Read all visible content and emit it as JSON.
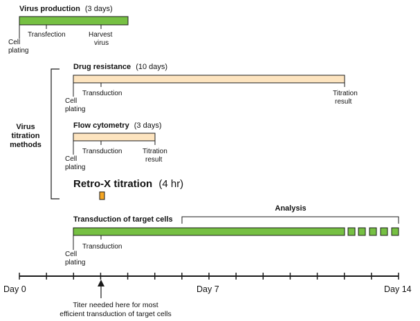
{
  "colors": {
    "green": "#76c043",
    "peach": "#fde4bf",
    "orange": "#f5a623",
    "stroke": "#1a1a1a"
  },
  "virus_production": {
    "title": "Virus production",
    "duration": "(3 days)",
    "steps": [
      "Cell",
      "plating",
      "Transfection",
      "Harvest",
      "virus"
    ]
  },
  "group_label": [
    "Virus",
    "titration",
    "methods"
  ],
  "drug_resistance": {
    "title": "Drug resistance",
    "duration": "(10 days)",
    "cell_plating": [
      "Cell",
      "plating"
    ],
    "transduction": "Transduction",
    "result": [
      "Titration",
      "result"
    ]
  },
  "flow_cytometry": {
    "title": "Flow cytometry",
    "duration": "(3 days)",
    "cell_plating": [
      "Cell",
      "plating"
    ],
    "transduction": "Transduction",
    "result": [
      "Titration",
      "result"
    ]
  },
  "retrox": {
    "title": "Retro-X titration",
    "duration": "(4 hr)"
  },
  "transduction_target": {
    "title": "Transduction of target cells",
    "analysis": "Analysis",
    "cell_plating": [
      "Cell",
      "plating"
    ],
    "transduction": "Transduction"
  },
  "timeline": {
    "day0": "Day 0",
    "day7": "Day 7",
    "day14": "Day 14"
  },
  "note": [
    "Titer needed here for most",
    "efficient transduction of target cells"
  ]
}
